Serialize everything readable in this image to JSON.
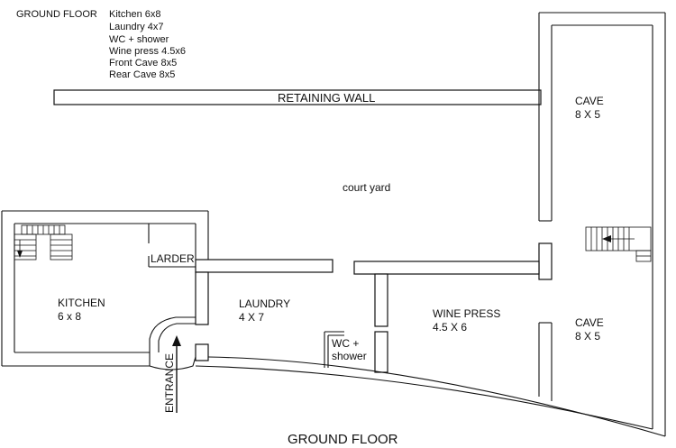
{
  "header": {
    "title": "GROUND FLOOR",
    "rooms": [
      "Kitchen 6x8",
      "Laundry 4x7",
      "WC + shower",
      "Wine press 4.5x6",
      "Front Cave 8x5",
      "Rear Cave 8x5"
    ]
  },
  "labels": {
    "retaining_wall": "RETAINING WALL",
    "court_yard": "court yard",
    "larder": "LARDER",
    "entrance": "ENTRANCE",
    "footer_title": "GROUND FLOOR"
  },
  "rooms": {
    "kitchen": {
      "name": "KITCHEN",
      "size": "6 x 8"
    },
    "laundry": {
      "name": "LAUNDRY",
      "size": "4 X 7"
    },
    "wc": {
      "name": "WC +",
      "name2": "shower"
    },
    "wine_press": {
      "name": "WINE PRESS",
      "size": "4.5 X 6"
    },
    "cave_rear": {
      "name": "CAVE",
      "size": "8 X 5"
    },
    "cave_front": {
      "name": "CAVE",
      "size": "8 X 5"
    }
  }
}
